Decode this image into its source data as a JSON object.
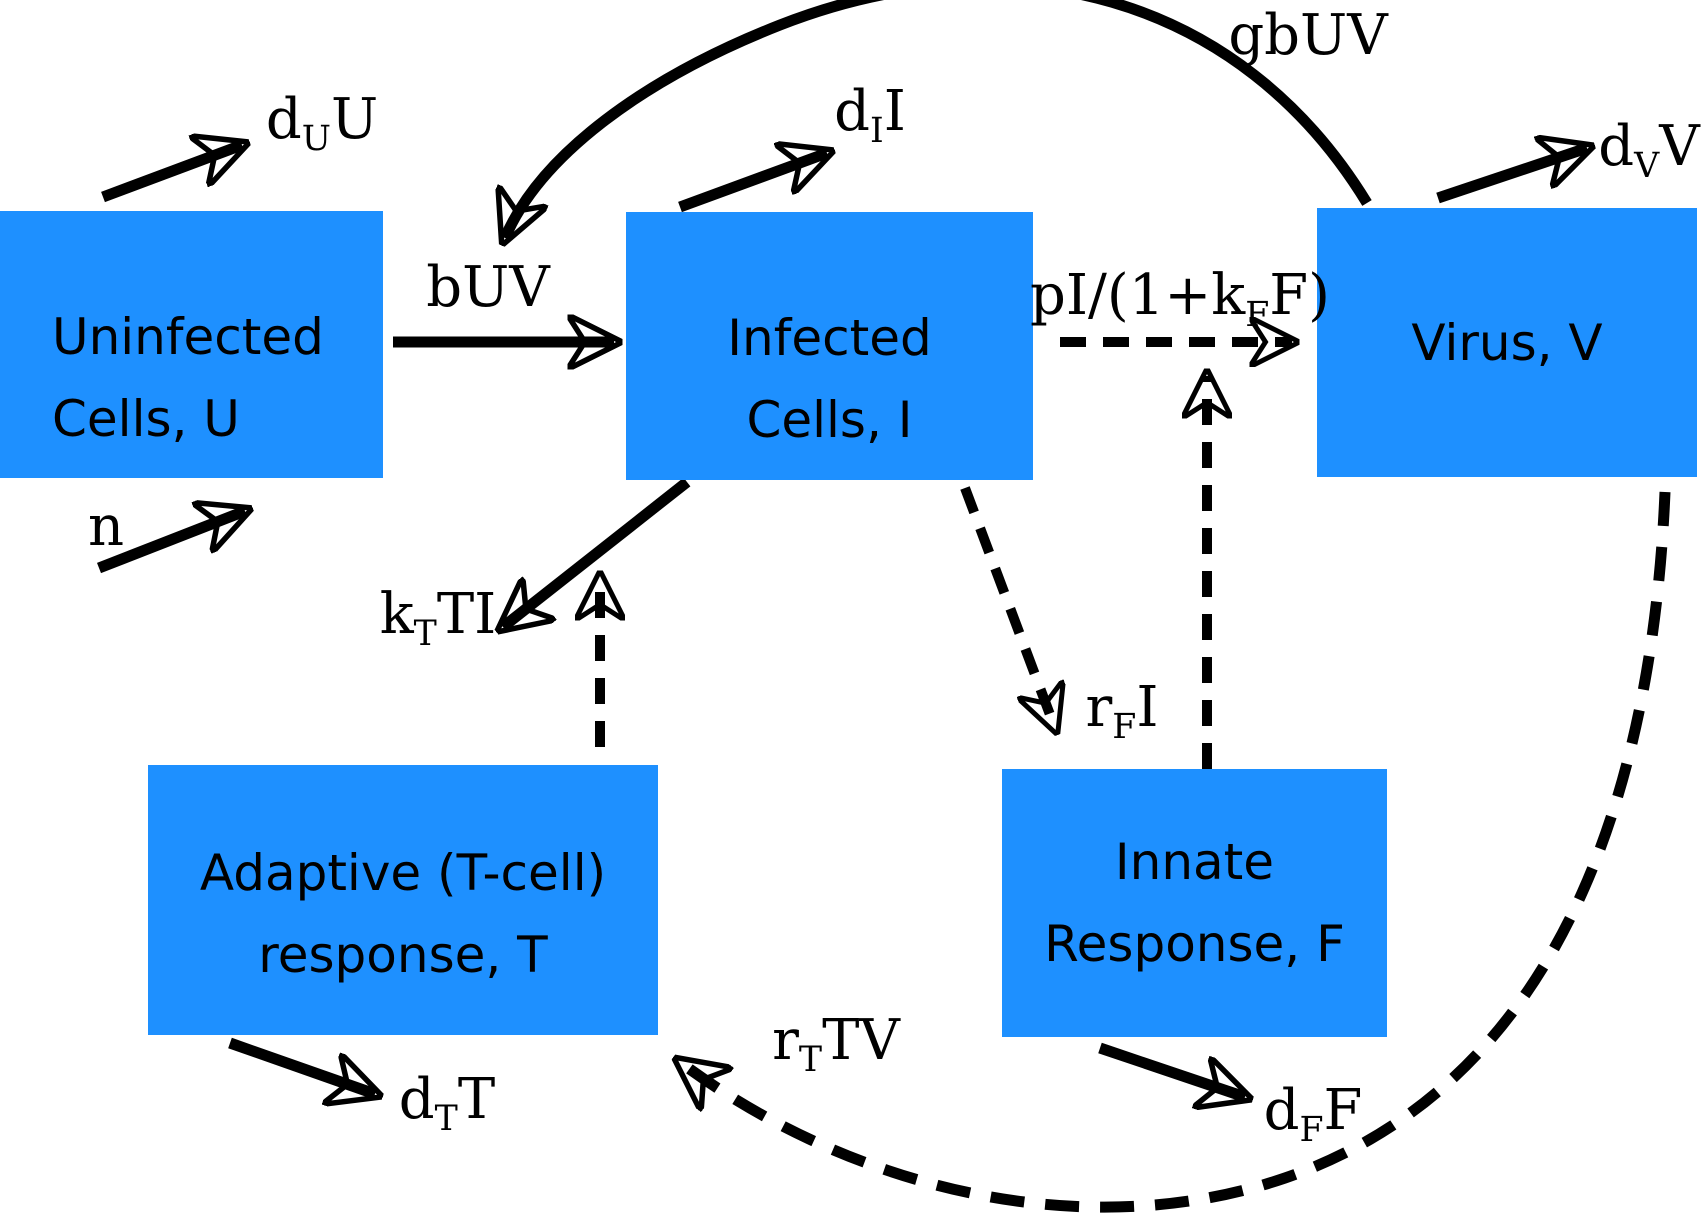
{
  "colors": {
    "box_fill": "#1E90FF",
    "arrow": "#000000",
    "text": "#000000",
    "background": "#FFFFFF"
  },
  "boxes": {
    "uninfected": {
      "line1": "Uninfected",
      "line2": "Cells, U"
    },
    "infected": {
      "line1": "Infected",
      "line2": "Cells, I"
    },
    "virus": {
      "line1": "Virus, V"
    },
    "adaptive": {
      "line1": "Adaptive (T-cell)",
      "line2": "response, T"
    },
    "innate": {
      "line1": "Innate",
      "line2": "Response, F"
    }
  },
  "rate_labels": {
    "d_U": {
      "segments": [
        {
          "t": "d"
        },
        {
          "t": "U",
          "sub": true
        },
        {
          "t": "U"
        }
      ]
    },
    "n": {
      "segments": [
        {
          "t": "n"
        }
      ]
    },
    "bUV": {
      "segments": [
        {
          "t": "bUV"
        }
      ]
    },
    "gbUV": {
      "segments": [
        {
          "t": "gbUV"
        }
      ]
    },
    "d_I": {
      "segments": [
        {
          "t": "d"
        },
        {
          "t": "I",
          "sub": true
        },
        {
          "t": "I"
        }
      ]
    },
    "d_V": {
      "segments": [
        {
          "t": "d"
        },
        {
          "t": "V",
          "sub": true
        },
        {
          "t": "V"
        }
      ]
    },
    "p_I": {
      "segments": [
        {
          "t": "pI/(1+k"
        },
        {
          "t": "F",
          "sub": true
        },
        {
          "t": "F)"
        }
      ]
    },
    "k_T": {
      "segments": [
        {
          "t": "k"
        },
        {
          "t": "T",
          "sub": true
        },
        {
          "t": "TI"
        }
      ]
    },
    "r_F": {
      "segments": [
        {
          "t": "r"
        },
        {
          "t": "F",
          "sub": true
        },
        {
          "t": "I"
        }
      ]
    },
    "r_T": {
      "segments": [
        {
          "t": "r"
        },
        {
          "t": "T",
          "sub": true
        },
        {
          "t": "TV"
        }
      ]
    },
    "d_T": {
      "segments": [
        {
          "t": "d"
        },
        {
          "t": "T",
          "sub": true
        },
        {
          "t": "T"
        }
      ]
    },
    "d_F": {
      "segments": [
        {
          "t": "d"
        },
        {
          "t": "F",
          "sub": true
        },
        {
          "t": "F"
        }
      ]
    }
  },
  "edges": [
    {
      "id": "uninfected-death",
      "from": "uninfected",
      "to": "outside",
      "label_ref": "d_U",
      "style": "solid"
    },
    {
      "id": "uninfected-supply",
      "from": "outside",
      "to": "uninfected",
      "label_ref": "n",
      "style": "solid"
    },
    {
      "id": "infection",
      "from": "uninfected",
      "to": "infected",
      "label_ref": "bUV",
      "style": "solid"
    },
    {
      "id": "virus-loss-on-infection",
      "from": "virus",
      "to": "infection-arrow",
      "label_ref": "gbUV",
      "style": "solid-curved"
    },
    {
      "id": "infected-death",
      "from": "infected",
      "to": "outside",
      "label_ref": "d_I",
      "style": "solid"
    },
    {
      "id": "virus-production",
      "from": "infected",
      "to": "virus",
      "label_ref": "p_I",
      "style": "dashed"
    },
    {
      "id": "virus-clearance",
      "from": "virus",
      "to": "outside",
      "label_ref": "d_V",
      "style": "solid"
    },
    {
      "id": "tcell-killing",
      "from": "infected",
      "to": "outside",
      "label_ref": "k_T",
      "style": "solid"
    },
    {
      "id": "tcell-killing-stimulus",
      "from": "adaptive",
      "to": "tcell-killing-arrow",
      "label_ref": null,
      "style": "dashed"
    },
    {
      "id": "innate-induction",
      "from": "infected",
      "to": "innate",
      "label_ref": "r_F",
      "style": "dashed"
    },
    {
      "id": "innate-inhibits-production",
      "from": "innate",
      "to": "virus-production-arrow",
      "label_ref": null,
      "style": "dashed"
    },
    {
      "id": "adaptive-induction",
      "from": "virus",
      "to": "adaptive",
      "label_ref": "r_T",
      "style": "dashed-curved"
    },
    {
      "id": "adaptive-death",
      "from": "adaptive",
      "to": "outside",
      "label_ref": "d_T",
      "style": "solid"
    },
    {
      "id": "innate-decay",
      "from": "innate",
      "to": "outside",
      "label_ref": "d_F",
      "style": "solid"
    }
  ]
}
